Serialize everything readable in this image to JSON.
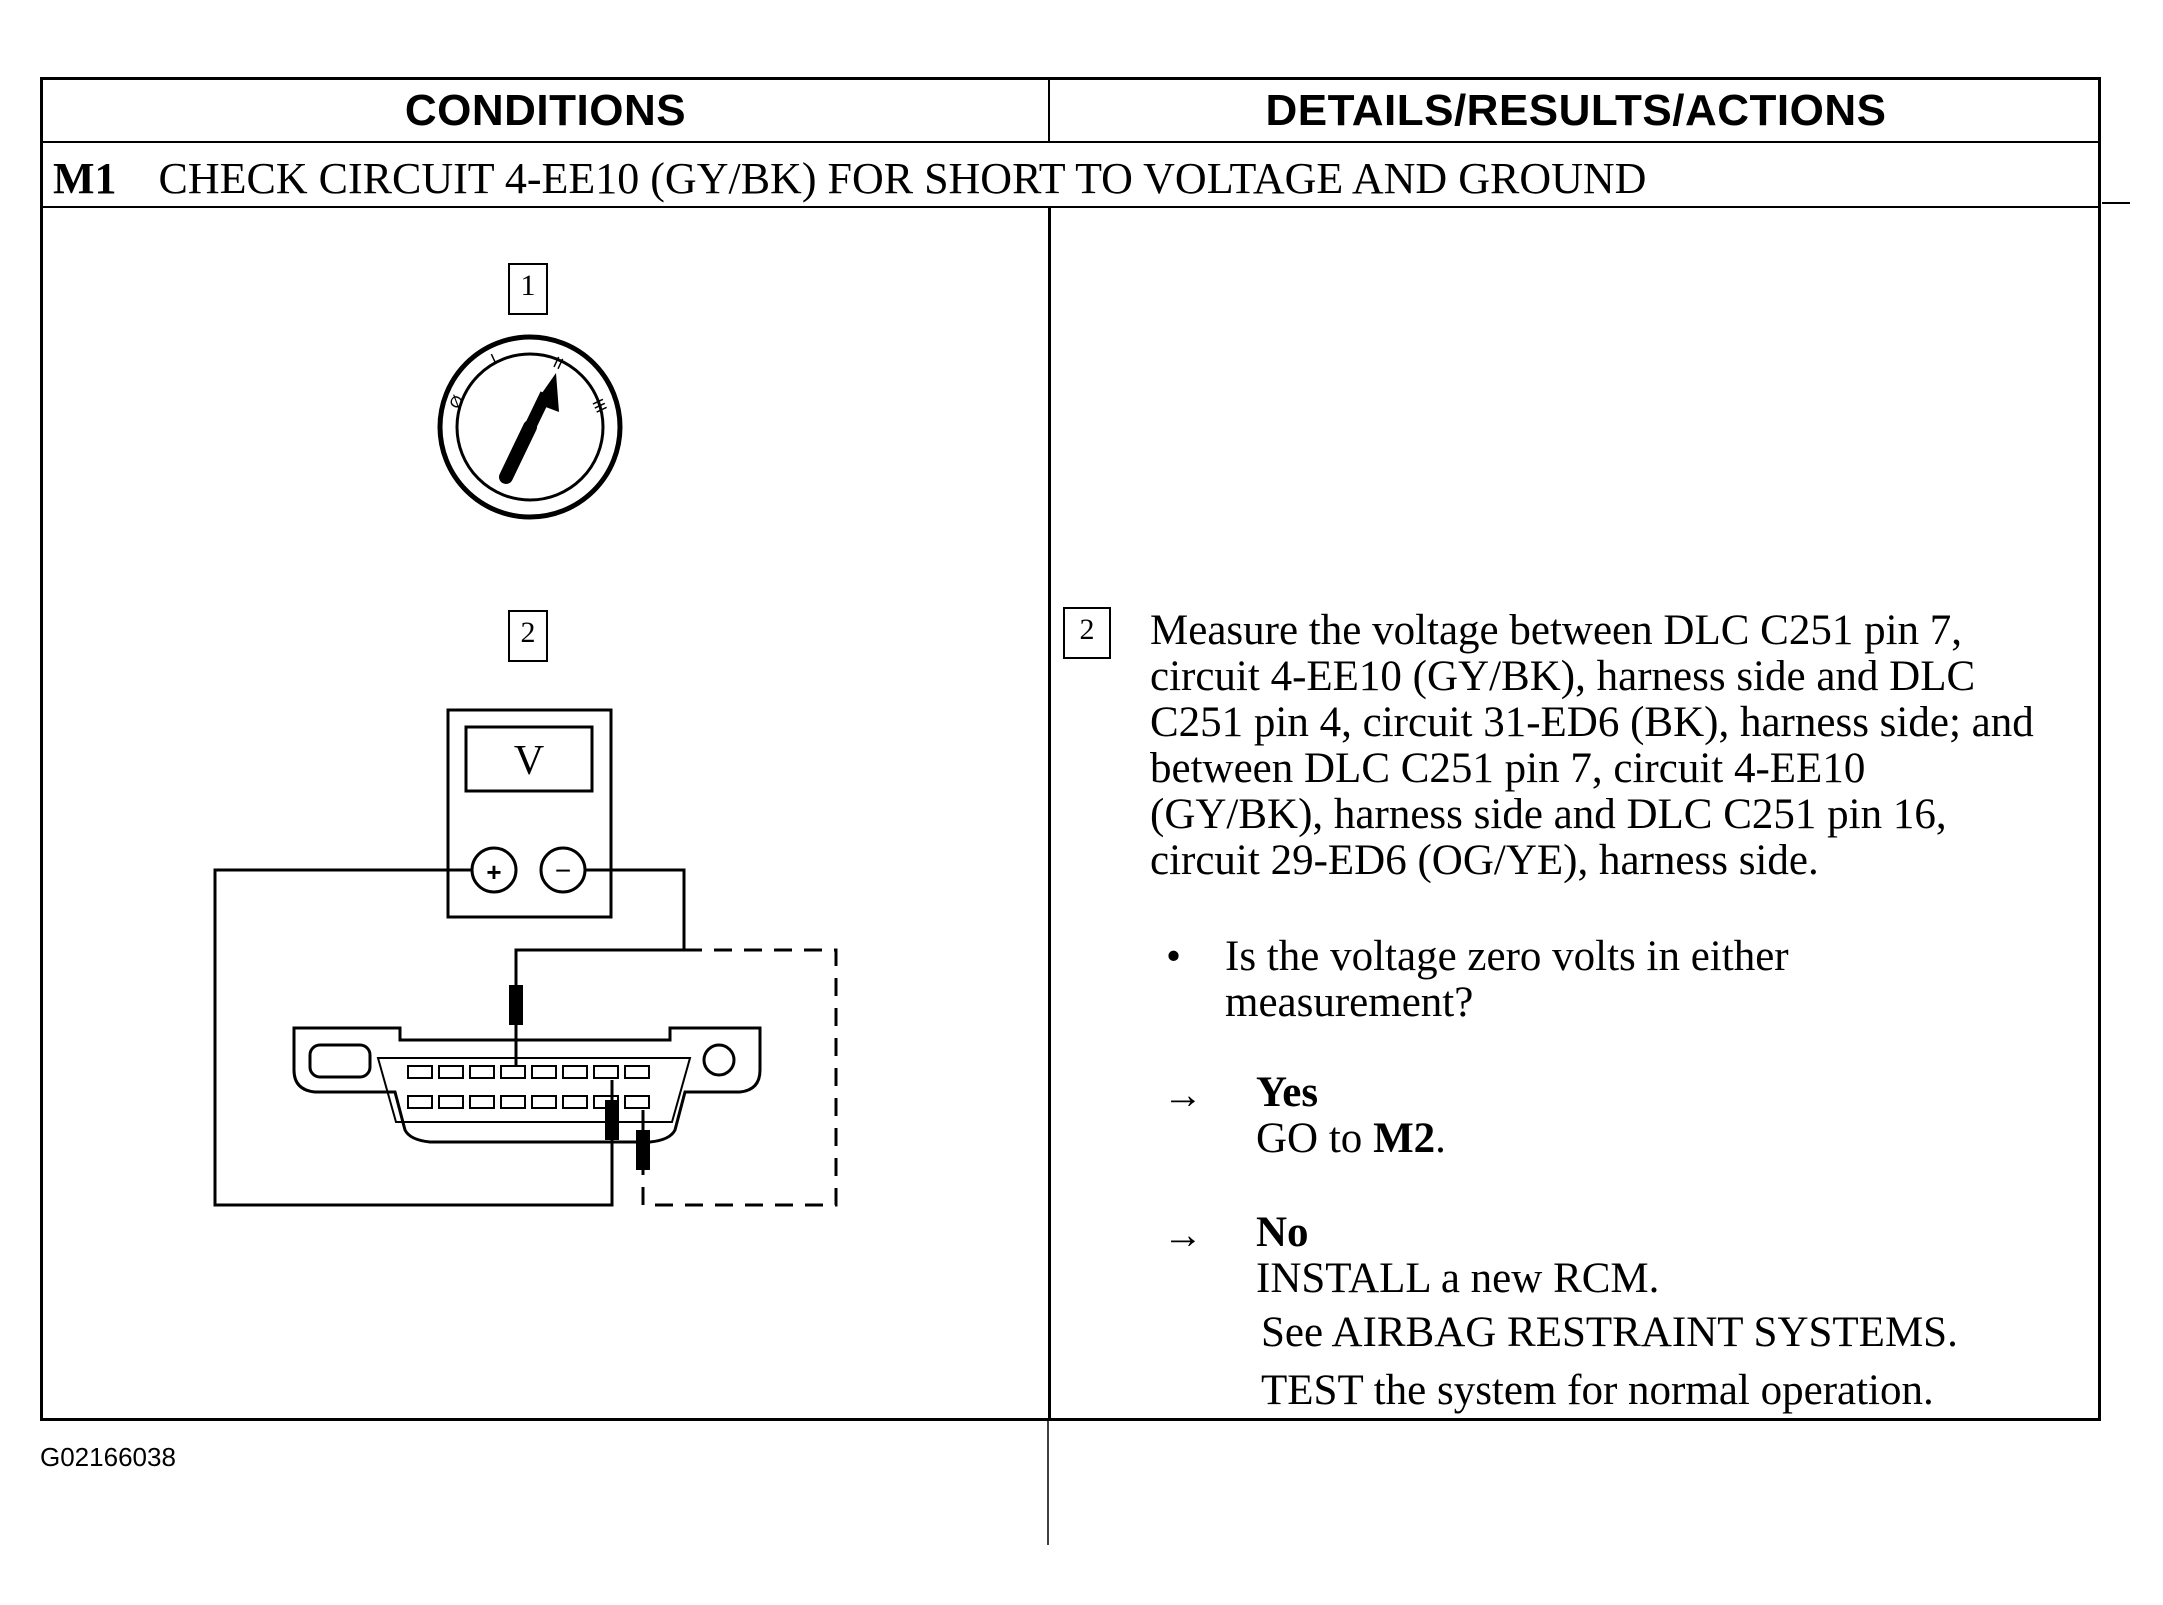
{
  "table": {
    "header_left": "CONDITIONS",
    "header_right": "DETAILS/RESULTS/ACTIONS",
    "step_id": "M1",
    "step_title": "CHECK CIRCUIT 4-EE10 (GY/BK) FOR SHORT TO VOLTAGE AND GROUND"
  },
  "conditions": {
    "step1_box": "1",
    "step2_box": "2",
    "ignition_positions": [
      "Ø",
      "I",
      "II",
      "III"
    ],
    "meter_label": "V",
    "meter_plus": "+",
    "meter_minus": "−"
  },
  "details": {
    "step_box": "2",
    "instruction_lines": [
      "Measure the voltage between DLC C251 pin 7,",
      "circuit 4-EE10 (GY/BK), harness side and DLC",
      "C251 pin 4, circuit 31-ED6 (BK), harness side; and",
      "between DLC C251 pin 7, circuit 4-EE10",
      "(GY/BK), harness side and DLC C251 pin 16,",
      "circuit 29-ED6  (OG/YE), harness side."
    ],
    "bullet": "•",
    "question_lines": [
      "Is the voltage zero volts in either",
      "measurement?"
    ],
    "arrow": "→",
    "yes_label": "Yes",
    "yes_action_prefix": "GO to ",
    "yes_action_target": "M2",
    "yes_action_suffix": ".",
    "no_label": "No",
    "no_action_lines": [
      "INSTALL a new RCM.",
      "See AIRBAG RESTRAINT SYSTEMS.",
      "TEST the system for normal operation."
    ]
  },
  "figure_id": "G02166038"
}
